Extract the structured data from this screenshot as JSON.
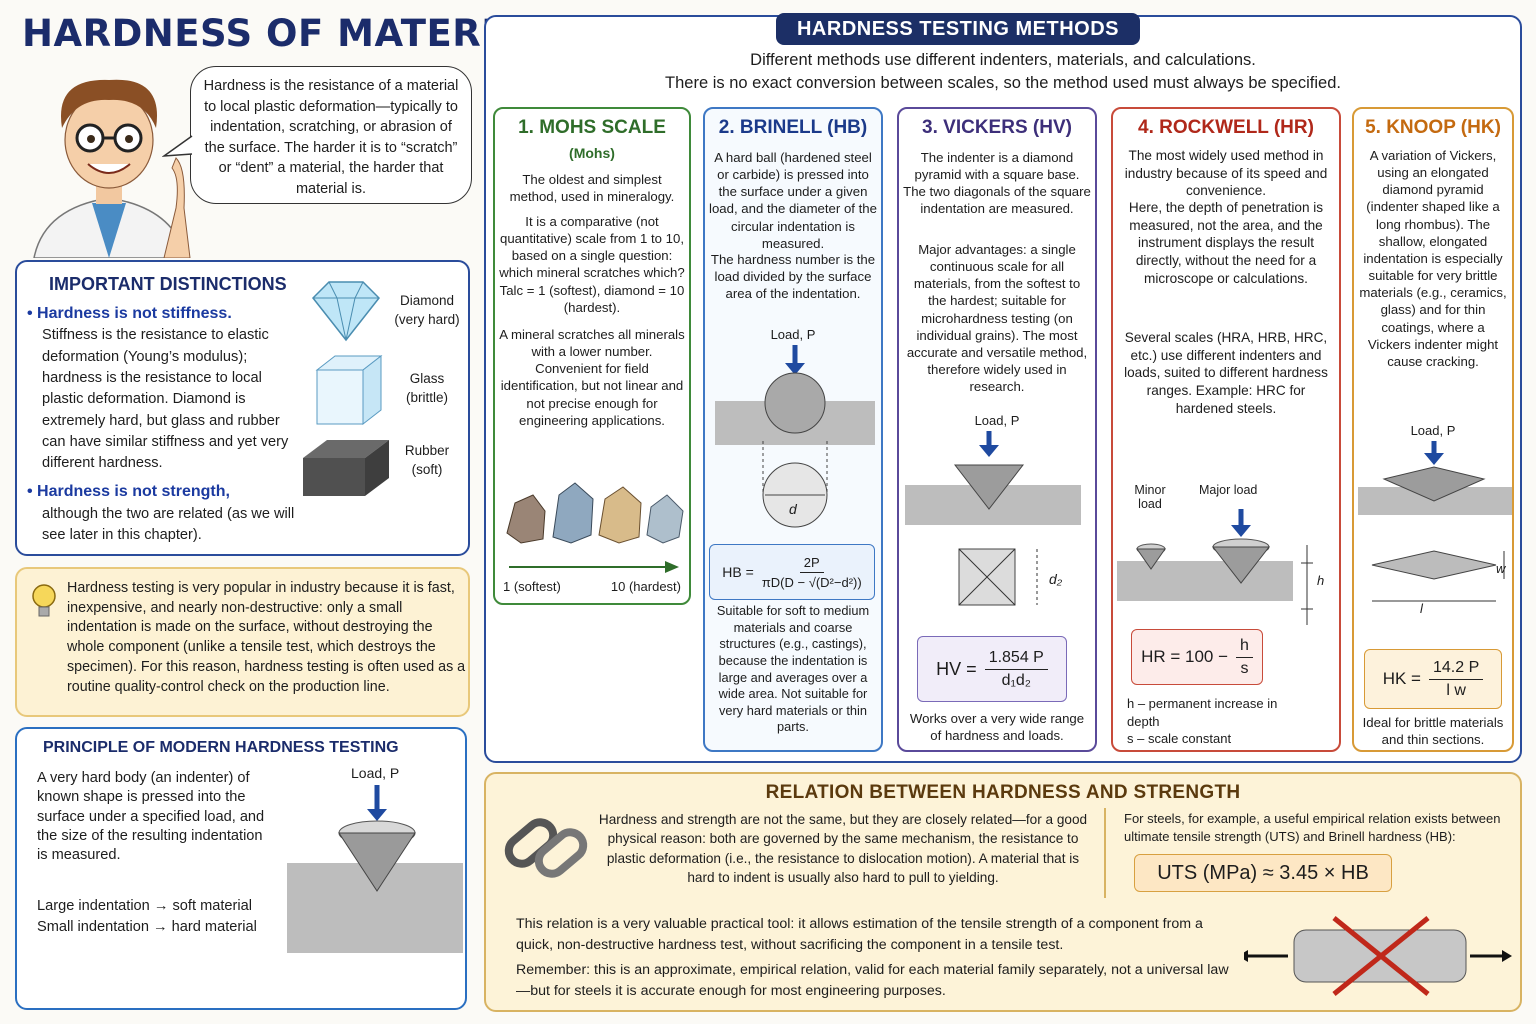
{
  "page_title": "HARDNESS OF MATERIALS",
  "definition": "Hardness is the resistance of a material to local plastic deformation—typically to indentation, scratching, or abrasion of the surface. The harder it is to “scratch” or “dent” a material, the harder that material is.",
  "distinctions": {
    "title": "IMPORTANT DISTINCTIONS",
    "item1_head": "Hardness is not stiffness.",
    "item1_body": "Stiffness is the resistance to elastic deformation (Young’s modulus); hardness is the resistance to local plastic deformation. Diamond is extremely hard, but glass and rubber can have similar stiffness and yet very different hardness.",
    "item2_head": "Hardness is not strength,",
    "item2_body": "although the two are related (as we will see later in this chapter).",
    "materials": [
      {
        "name": "Diamond",
        "note": "(very hard)"
      },
      {
        "name": "Glass",
        "note": "(brittle)"
      },
      {
        "name": "Rubber",
        "note": "(soft)"
      }
    ]
  },
  "industry_tip": "Hardness testing is very popular in industry because it is fast, inexpensive, and nearly non-destructive: only a small indentation is made on the surface, without destroying the whole component (unlike a tensile test, which destroys the specimen). For this reason, hardness testing is often used as a routine quality-control check on the production line.",
  "principle": {
    "title": "PRINCIPLE OF MODERN HARDNESS TESTING",
    "body": "A very hard body (an indenter) of known shape is pressed into the surface under a specified load, and the size of the resulting indentation is measured.",
    "line1": "Large indentation  →  soft material",
    "line2": "Small indentation  →  hard material",
    "load_label": "Load, P"
  },
  "methods": {
    "title": "HARDNESS TESTING METHODS",
    "intro1": "Different methods use different indenters, materials, and calculations.",
    "intro2": "There is no exact conversion between scales, so the method used must always be specified.",
    "mohs": {
      "title": "1. MOHS SCALE",
      "subtitle": "(Mohs)",
      "p1": "The oldest and simplest method, used in mineralogy.",
      "p2": "It is a comparative (not quantitative) scale from 1 to 10, based on a single question: which mineral scratches which? Talc = 1 (softest), diamond = 10 (hardest).",
      "p3": "A mineral scratches all minerals with a lower number. Convenient for field identification, but not linear and not precise enough for engineering applications.",
      "low": "1 (softest)",
      "high": "10 (hardest)"
    },
    "brinell": {
      "title": "2. BRINELL (HB)",
      "p1": "A hard ball (hardened steel or carbide) is pressed into the surface under a given load, and the diameter of the circular indentation is measured.",
      "p2": "The hardness number is the load divided by the surface area of the indentation.",
      "load_label": "Load, P",
      "d_label": "d",
      "formula_lhs": "HB =",
      "formula_num": "2P",
      "formula_den": "πD(D − √(D²−d²))",
      "note": "Suitable for soft to medium materials and coarse structures (e.g., castings), because the indentation is large and averages over a wide area. Not suitable for very hard materials or thin parts."
    },
    "vickers": {
      "title": "3. VICKERS (HV)",
      "p1": "The indenter is a diamond pyramid with a square base. The two diagonals of the square indentation are measured.",
      "p2": "Major advantages: a single continuous scale for all materials, from the softest to the hardest; suitable for microhardness testing (on individual grains). The most accurate and versatile method, therefore widely used in research.",
      "load_label": "Load, P",
      "d_label": "d₂",
      "formula_lhs": "HV =",
      "formula_num": "1.854 P",
      "formula_den": "d₁d₂",
      "note": "Works over a very wide range of hardness and loads."
    },
    "rockwell": {
      "title": "4. ROCKWELL (HR)",
      "p1": "The most widely used method in industry because of its speed and convenience.",
      "p2": "Here, the depth of penetration is measured, not the area, and the instrument displays the result directly, without the need for a microscope or calculations.",
      "p3": "Several scales (HRA, HRB, HRC, etc.) use different indenters and loads, suited to different hardness ranges. Example: HRC for hardened steels.",
      "minor_label": "Minor load",
      "major_label": "Major load",
      "h_label": "h",
      "formula_lhs": "HR = 100 −",
      "formula_num": "h",
      "formula_den": "s",
      "note1": "h – permanent increase in depth",
      "note2": "s – scale constant"
    },
    "knoop": {
      "title": "5. KNOOP (HK)",
      "p1": "A variation of Vickers, using an elongated diamond pyramid (indenter shaped like a long rhombus). The shallow, elongated indentation is especially suitable for very brittle materials (e.g., ceramics, glass) and for thin coatings, where a Vickers indenter might cause cracking.",
      "load_label": "Load, P",
      "w_label": "w",
      "l_label": "l",
      "formula_lhs": "HK =",
      "formula_num": "14.2 P",
      "formula_den": "l w",
      "note": "Ideal for brittle materials and thin sections."
    }
  },
  "relation": {
    "title": "RELATION BETWEEN HARDNESS AND STRENGTH",
    "p1": "Hardness and strength are not the same, but they are closely related—for a good physical reason: both are governed by the same mechanism, the resistance to plastic deformation (i.e., the resistance to dislocation motion). A material that is hard to indent is usually also hard to pull to yielding.",
    "p2": "For steels, for example, a useful empirical relation exists between ultimate tensile strength (UTS) and Brinell hardness (HB):",
    "formula": "UTS (MPa)  ≈  3.45 × HB",
    "p3": "This relation is a very valuable practical tool: it allows estimation of the tensile strength of a component from a quick, non-destructive hardness test, without sacrificing the component in a tensile test.",
    "p4": "Remember: this is an approximate, empirical relation, valid for each material family separately, not a universal law—but for steels it is accurate enough for most engineering purposes."
  }
}
